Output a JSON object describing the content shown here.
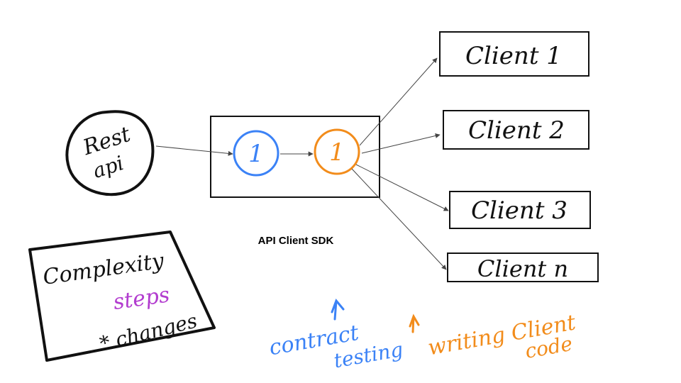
{
  "diagram": {
    "source": {
      "label_line1": "Rest",
      "label_line2": "api"
    },
    "sdk": {
      "label": "API Client SDK",
      "node_blue": "1",
      "node_orange": "1"
    },
    "clients": [
      "Client 1",
      "Client 2",
      "Client 3",
      "Client n"
    ],
    "notes": {
      "complexity_title": "Complexity",
      "steps": "steps",
      "changes": "* changes"
    },
    "annotations": {
      "contract": [
        "contract",
        "testing"
      ],
      "writing": [
        "writing Client",
        "code"
      ]
    },
    "colors": {
      "blue": "#3b82f6",
      "orange": "#f28c1b",
      "purple": "#b23ccf",
      "ink": "#111111",
      "arrow": "#444444"
    }
  }
}
